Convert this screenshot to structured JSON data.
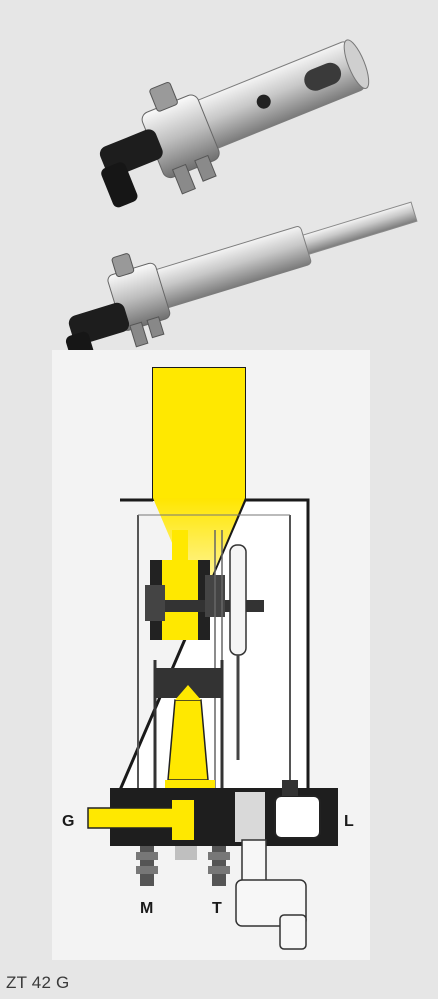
{
  "caption": "ZT 42 G",
  "ports": {
    "g": "G",
    "l": "L",
    "m": "M",
    "t": "T"
  },
  "colors": {
    "background": "#e6e6e6",
    "flame": "#ffe800",
    "ink": "#1a1a1a",
    "steel": "#b9b9b9"
  }
}
